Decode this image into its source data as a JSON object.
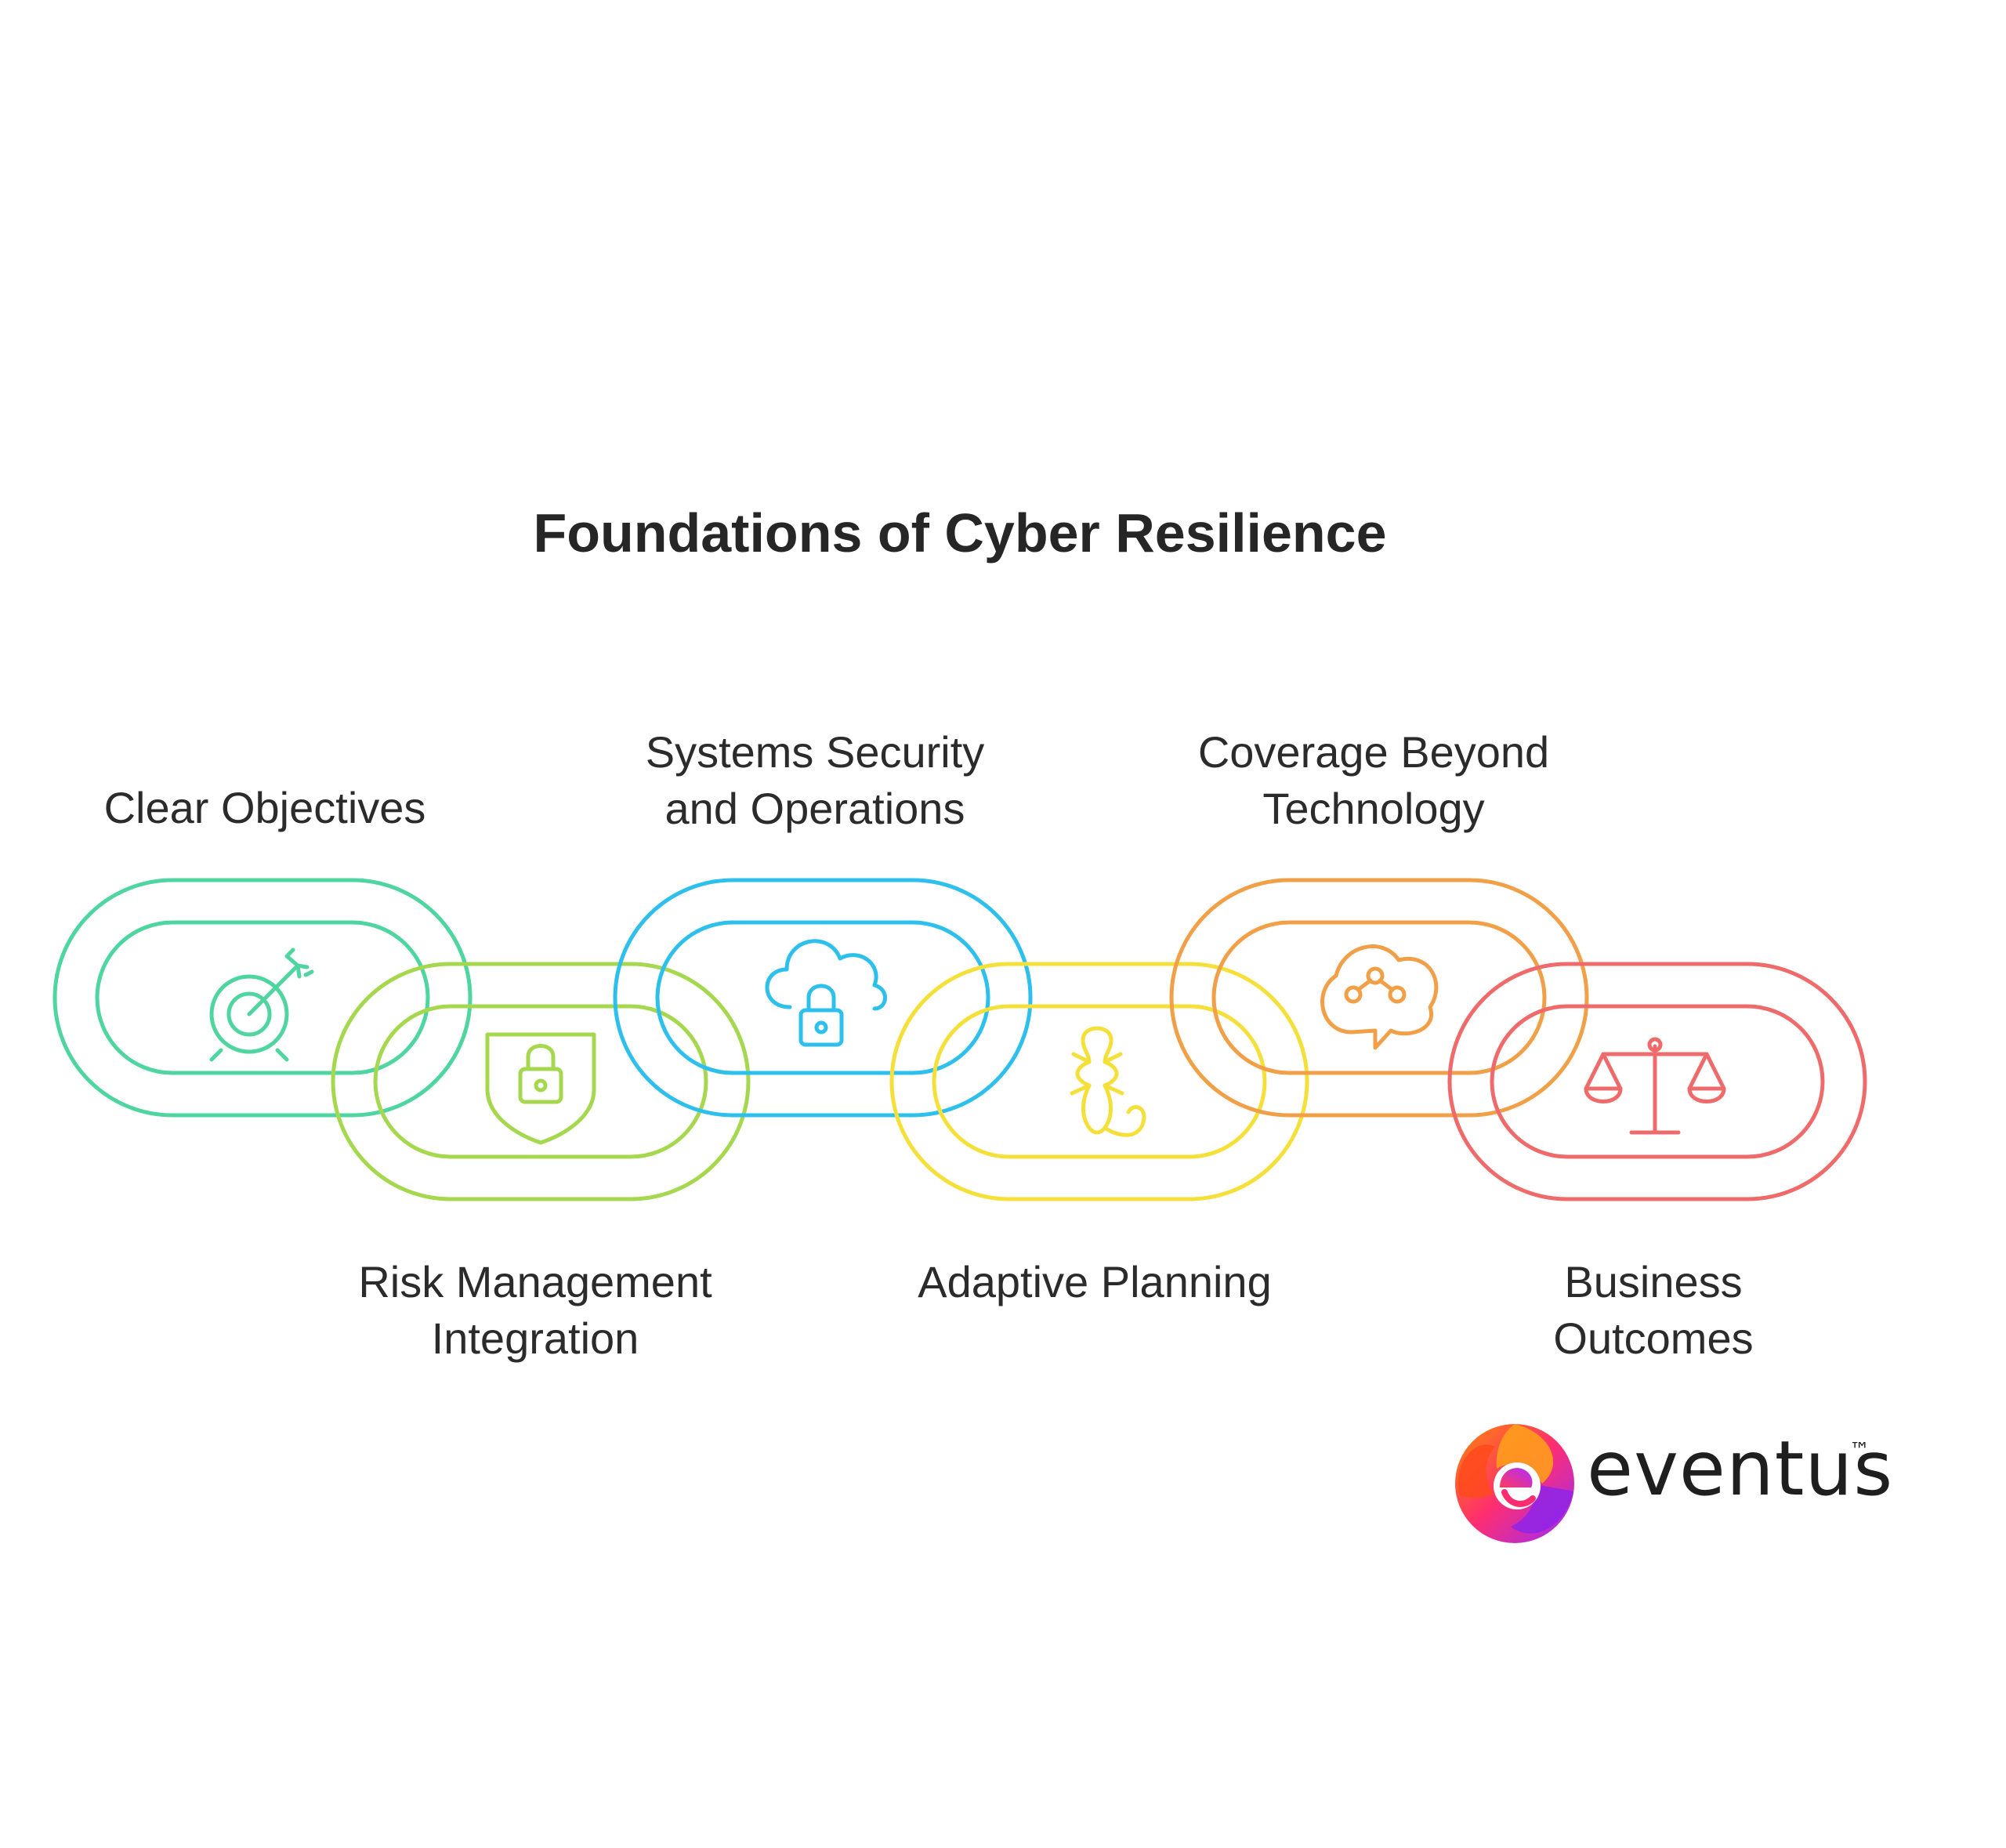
{
  "title": "Foundations of Cyber Resilience",
  "links": [
    {
      "label_lines": [
        "Clear Objectives"
      ],
      "color": "#4fd6a0",
      "icon": "target-arrow-icon"
    },
    {
      "label_lines": [
        "Risk Management",
        "Integration"
      ],
      "color": "#a6d84f",
      "icon": "shield-lock-icon"
    },
    {
      "label_lines": [
        "Systems Security",
        "and Operations"
      ],
      "color": "#2ec0ec",
      "icon": "cloud-lock-icon"
    },
    {
      "label_lines": [
        "Adaptive Planning"
      ],
      "color": "#f5e03a",
      "icon": "salamander-icon"
    },
    {
      "label_lines": [
        "Coverage Beyond",
        "Technology"
      ],
      "color": "#f1a048",
      "icon": "network-chat-icon"
    },
    {
      "label_lines": [
        "Business",
        "Outcomes"
      ],
      "color": "#ef6b6b",
      "icon": "balance-scale-icon"
    }
  ],
  "logo": {
    "word": "eventus",
    "tm": "™"
  }
}
